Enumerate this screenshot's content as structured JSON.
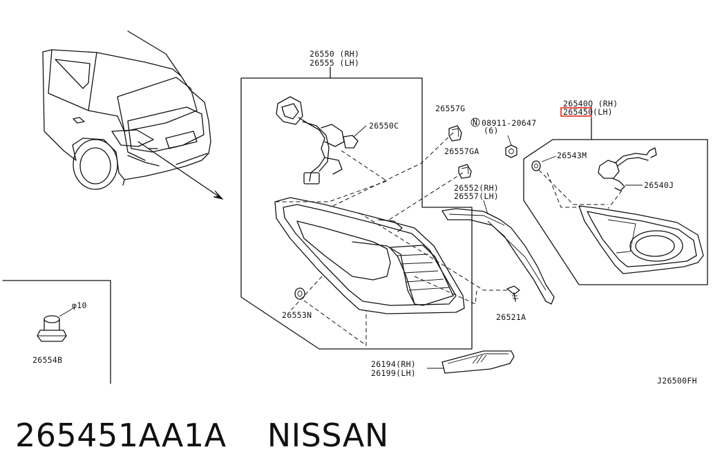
{
  "diagram": {
    "lamp_assembly": {
      "line1": "26550 (RH)",
      "line2": "26555 (LH)"
    },
    "socket_bulb": "26550C",
    "clip_g": "26557G",
    "clip_ga": "26557GA",
    "nut": {
      "line1": "08911-20647",
      "line2": "(6)",
      "marker": "N"
    },
    "garnish": {
      "line1": "26552(RH)",
      "line2": "26557(LH)"
    },
    "inner_lamp": {
      "line1": "26540Q (RH)",
      "line2_code": "265450",
      "line2_side": "(LH)"
    },
    "bracket": "26543M",
    "bulb": "26540J",
    "seal": "26553N",
    "screw": "26521A",
    "reflector": {
      "line1": "26194(RH)",
      "line2": "26199(LH)"
    },
    "detail": {
      "dimension": "φ10",
      "part": "26554B"
    },
    "figure_code": "J26500FH",
    "highlight_color": "#e8231b"
  },
  "caption": {
    "part_number": "265451AA1A",
    "brand": "NISSAN"
  }
}
